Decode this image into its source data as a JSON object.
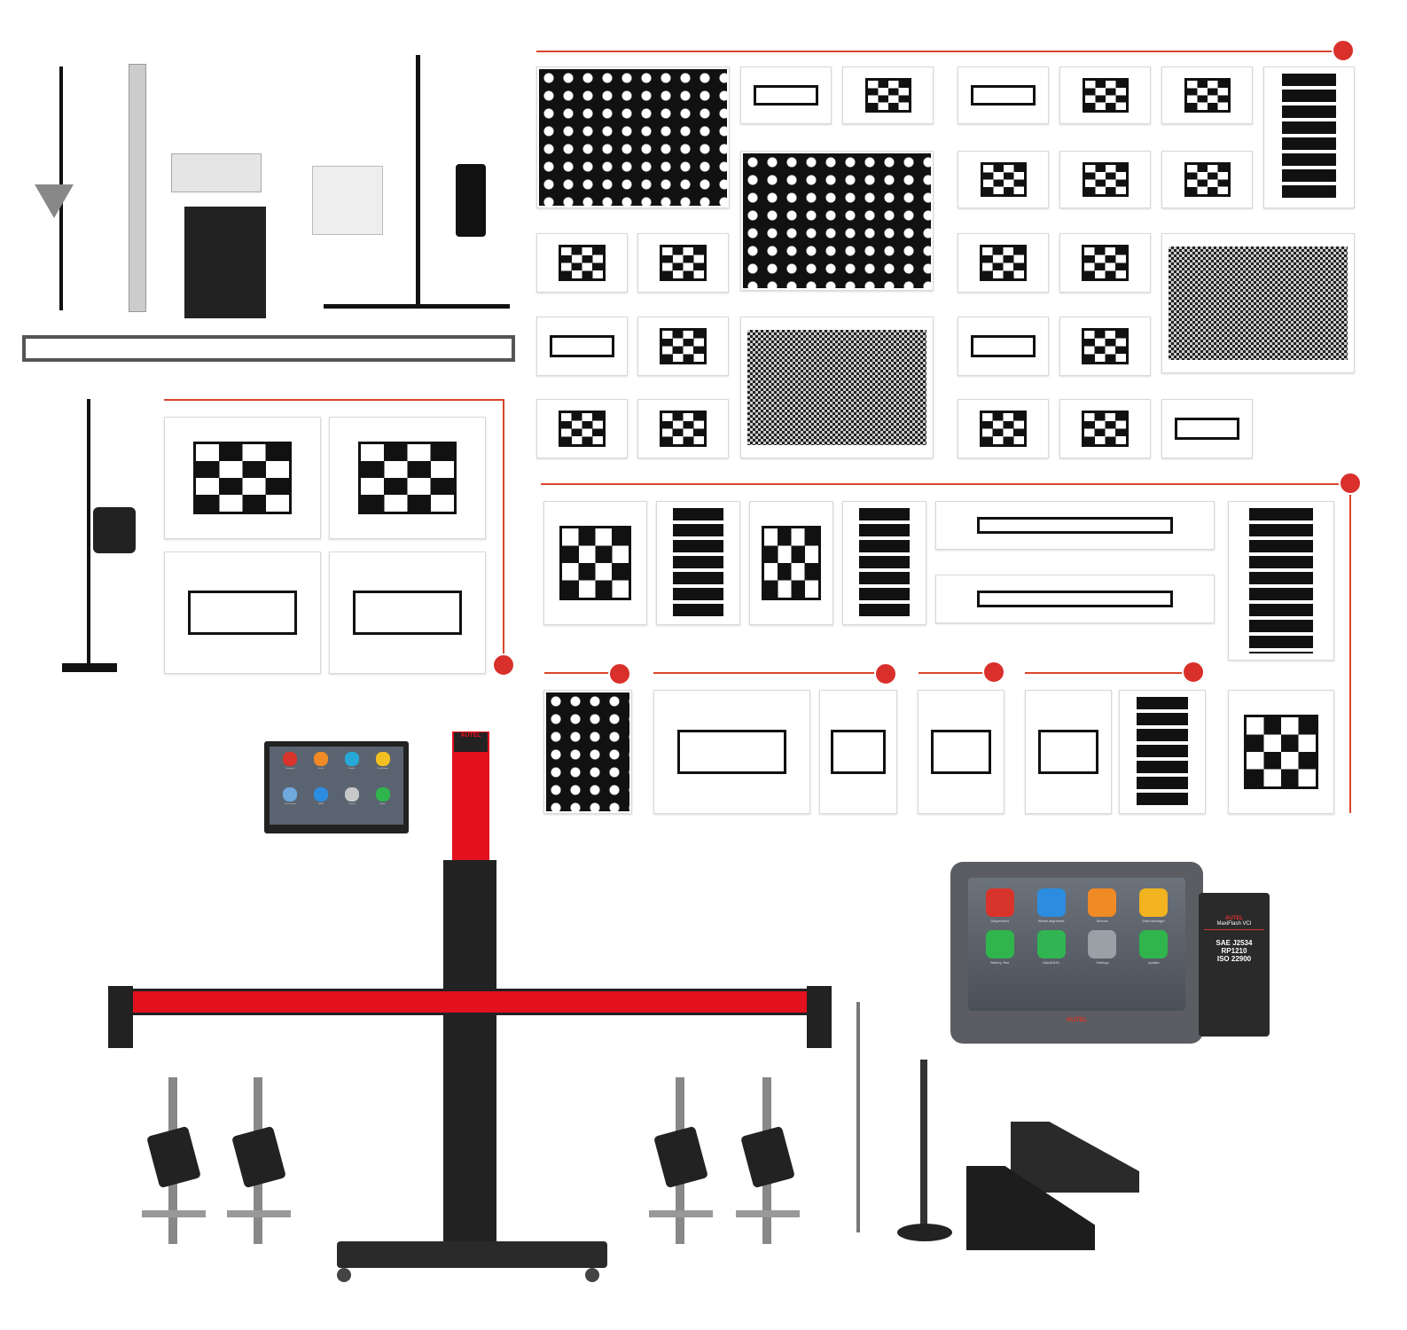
{
  "tablet_large": {
    "apps": [
      {
        "label": "Diagnostics",
        "color": "#d8342c"
      },
      {
        "label": "Wheel alignment",
        "color": "#2c8de0"
      },
      {
        "label": "Service",
        "color": "#f08a24"
      },
      {
        "label": "Data Manager",
        "color": "#f2b320"
      },
      {
        "label": "Battery Test",
        "color": "#2fb54c"
      },
      {
        "label": "MaxiDATA",
        "color": "#31b552"
      },
      {
        "label": "Settings",
        "color": "#9aa0a6"
      },
      {
        "label": "Update",
        "color": "#2fb54c"
      }
    ],
    "brand": "AUTEL"
  },
  "vci": {
    "brand": "AUTEL",
    "model": "MaxiFlash VCI",
    "standards": [
      "SAE J2534",
      "RP1210",
      "ISO 22900"
    ]
  },
  "tablet_small": {
    "apps": [
      {
        "label": "Diagnostics",
        "color": "#d8342c"
      },
      {
        "label": "Service",
        "color": "#f08a24"
      },
      {
        "label": "MaxiFix",
        "color": "#27a8d8"
      },
      {
        "label": "Data Manager",
        "color": "#f2c020"
      },
      {
        "label": "Measurement",
        "color": "#6fa8dc"
      },
      {
        "label": "ADAS",
        "color": "#2c8de0"
      },
      {
        "label": "Settings",
        "color": "#c8c8c8"
      },
      {
        "label": "Update",
        "color": "#2fb54c"
      }
    ]
  },
  "frame": {
    "brand": "AUTEL",
    "accent": "#e3101e"
  }
}
